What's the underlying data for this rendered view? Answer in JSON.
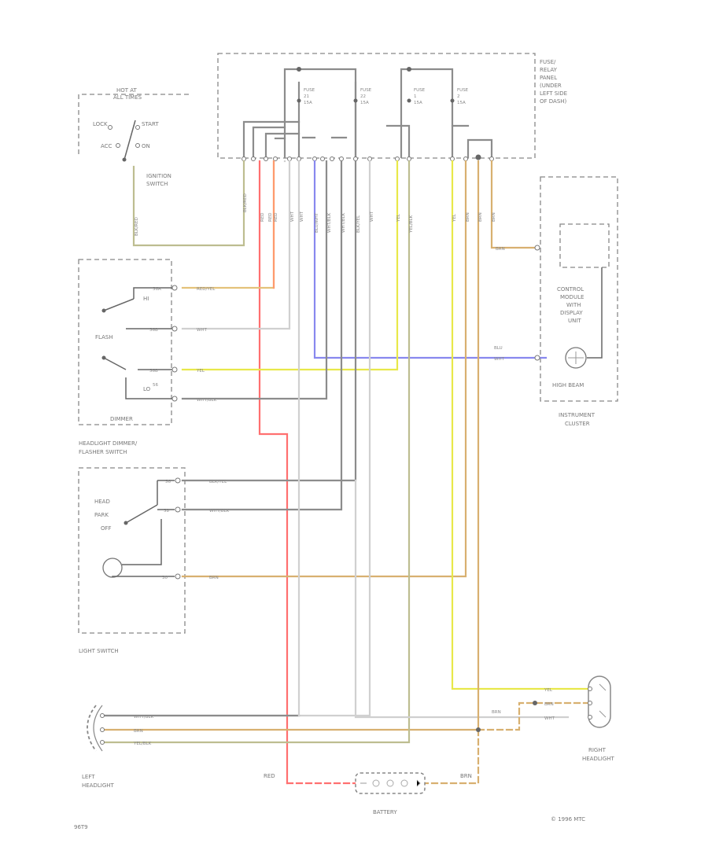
{
  "fuse_box": {
    "title_lines": [
      "FUSE/",
      "RELAY",
      "PANEL",
      "(UNDER",
      "LEFT SIDE",
      "OF DASH)"
    ],
    "fuses": [
      {
        "lines": [
          "FUSE",
          "21",
          "15A"
        ]
      },
      {
        "lines": [
          "FUSE",
          "22",
          "15A"
        ]
      },
      {
        "lines": [
          "FUSE",
          "1",
          "15A"
        ]
      },
      {
        "lines": [
          "FUSE",
          "2",
          "15A"
        ]
      }
    ]
  },
  "ignition": {
    "header_lines": [
      "HOT AT",
      "ALL TIMES"
    ],
    "positions": [
      "LOCK",
      "START",
      "ACC",
      "ON"
    ],
    "title_lines": [
      "IGNITION",
      "SWITCH"
    ]
  },
  "dimmer": {
    "positions": [
      "FLASH",
      "HI",
      "LO"
    ],
    "labels": [
      "DIMMER"
    ],
    "pins": [
      "56A",
      "56B",
      "56B",
      "56"
    ],
    "title_lines": [
      "HEADLIGHT DIMMER/",
      "FLASHER SWITCH"
    ]
  },
  "light_switch": {
    "positions": [
      "HEAD",
      "PARK",
      "OFF"
    ],
    "pins": [
      "56",
      "58",
      "30"
    ],
    "title": "LIGHT SWITCH"
  },
  "cluster": {
    "module_lines": [
      "CONTROL",
      "MODULE",
      "WITH",
      "DISPLAY",
      "UNIT"
    ],
    "hb_label": "HIGH BEAM",
    "title_lines": [
      "INSTRUMENT",
      "CLUSTER"
    ]
  },
  "headlights": {
    "left_lines": [
      "LEFT",
      "HEADLIGHT"
    ],
    "right_lines": [
      "RIGHT",
      "HEADLIGHT"
    ]
  },
  "battery": {
    "label": "BATTERY"
  },
  "wire_labels": {
    "red_yel": "RED/YEL",
    "wht_1": "WHT",
    "yel_dim": "YEL",
    "wht_blk_dim": "WHT/BLK",
    "blk_yel": "BLK/YEL",
    "wht_blk_ls": "WHT/BLK",
    "brn_ls": "BRN",
    "blu": "BLU",
    "wht_hb": "WHT",
    "brn_cl": "BRN",
    "lh_wht_blk": "WHT/BLK",
    "lh_brn": "BRN",
    "lh_yel_blk": "YEL/BLK",
    "rh_yel": "YEL",
    "rh_brn": "BRN",
    "rh_wht": "WHT",
    "brn_rh": "BRN",
    "red_bat": "RED",
    "brn_bat": "BRN"
  },
  "connector_codes": [
    "BLK/RED",
    "BLK/RED",
    "RED",
    "RED",
    "RED",
    "WHT",
    "WHT",
    "BLU/WHT",
    "WHT/BLK",
    "WHT/BLK",
    "BLK/YEL",
    "WHT",
    "YEL",
    "YEL/BLK",
    "YEL",
    "BRN",
    "BRN",
    "BRN"
  ],
  "footer_left": "96T9",
  "footer_right": "© 1996 MTC",
  "colors": {
    "yellow": "#e8e84a",
    "red": "#ff7070",
    "blue": "#8888ee",
    "gray": "#8c8c8c",
    "light_gray": "#d0d0d0",
    "tan": "#d8b070",
    "khaki": "#bdbd90"
  }
}
